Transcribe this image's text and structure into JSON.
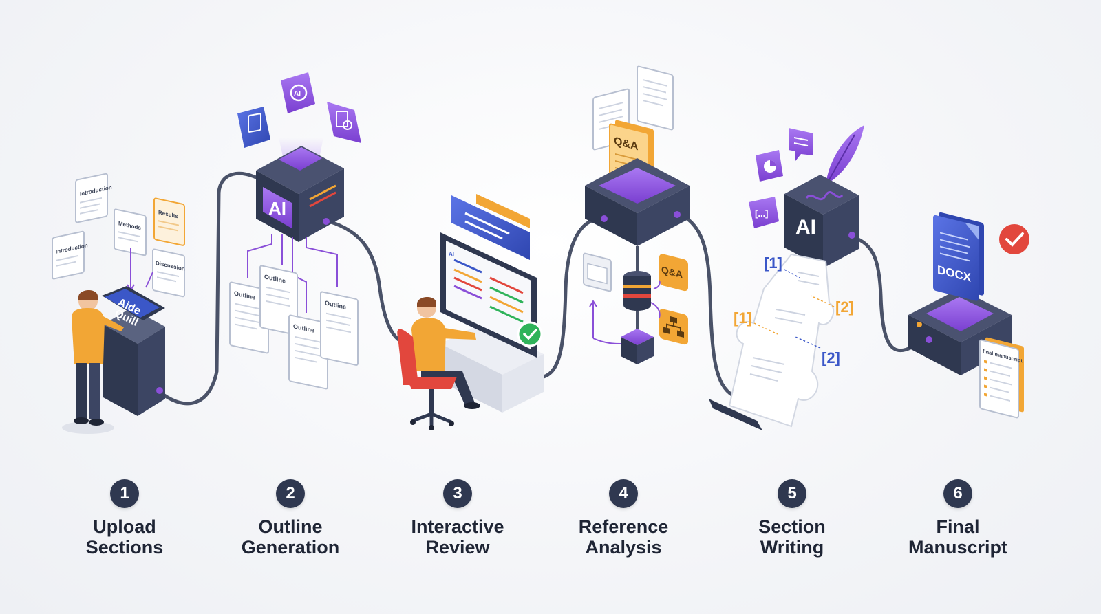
{
  "colors": {
    "navy": "#2f3850",
    "purple": "#8a4fd8",
    "blue": "#3b57c8",
    "orange": "#f2a635",
    "green": "#2fb35a",
    "red": "#e2473d"
  },
  "steps": [
    {
      "number": "1",
      "line1": "Upload",
      "line2": "Sections"
    },
    {
      "number": "2",
      "line1": "Outline",
      "line2": "Generation"
    },
    {
      "number": "3",
      "line1": "Interactive",
      "line2": "Review"
    },
    {
      "number": "4",
      "line1": "Reference",
      "line2": "Analysis"
    },
    {
      "number": "5",
      "line1": "Section",
      "line2": "Writing"
    },
    {
      "number": "6",
      "line1": "Final",
      "line2": "Manuscript"
    }
  ],
  "stage1": {
    "docs": [
      "Introduction",
      "Methods",
      "Results",
      "Introduction",
      "Discussion"
    ],
    "kiosk_line1": "Aide",
    "kiosk_line2": "Quill"
  },
  "stage2": {
    "chip_label": "AI",
    "icon_ai_label": "AI",
    "outlines": [
      "Outline",
      "Outline",
      "Outline",
      "Outline"
    ]
  },
  "stage3": {
    "screen_logo": "AI"
  },
  "stage4": {
    "qa_doc_label": "Q&A",
    "qa_badge_label": "Q&A"
  },
  "stage5": {
    "chip_label": "AI",
    "citations": [
      "[1]",
      "[2]",
      "[1]",
      "[2]"
    ],
    "bubble_label": "[...]"
  },
  "stage6": {
    "docx_label": "DOCX",
    "manuscript_label": "final manuscript"
  }
}
